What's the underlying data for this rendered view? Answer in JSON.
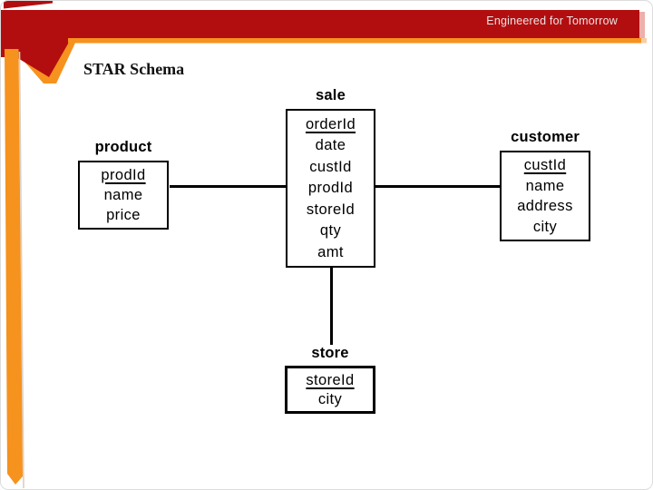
{
  "header": {
    "tagline": "Engineered for Tomorrow"
  },
  "slide": {
    "title": "STAR Schema"
  },
  "colors": {
    "brand_red": "#B20E10",
    "brand_orange": "#F6921E",
    "pink_edge": "#EDB0AA",
    "orange_tail": "#F8CDA4",
    "stripe_shadow": "#D9CFC4"
  },
  "diagram": {
    "tables": [
      {
        "title": "product",
        "primary_key": "prodId",
        "fields": [
          "prodId",
          "name",
          "price"
        ]
      },
      {
        "title": "sale",
        "primary_key": "orderId",
        "fields": [
          "orderId",
          "date",
          "custId",
          "prodId",
          "storeId",
          "qty",
          "amt"
        ]
      },
      {
        "title": "customer",
        "primary_key": "custId",
        "fields": [
          "custId",
          "name",
          "address",
          "city"
        ]
      },
      {
        "title": "store",
        "primary_key": "storeId",
        "fields": [
          "storeId",
          "city"
        ]
      }
    ],
    "connectors": [
      {
        "from": "sale",
        "to": "product"
      },
      {
        "from": "sale",
        "to": "customer"
      },
      {
        "from": "sale",
        "to": "store"
      }
    ]
  }
}
